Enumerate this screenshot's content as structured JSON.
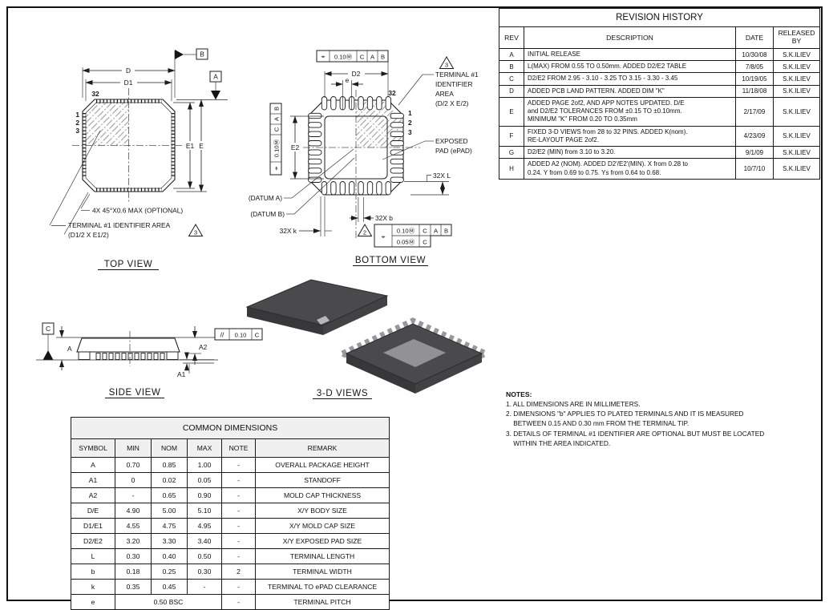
{
  "revision_history": {
    "title": "REVISION HISTORY",
    "headers": {
      "rev": "REV",
      "description": "DESCRIPTION",
      "date": "DATE",
      "released_by": "RELEASED\nBY"
    },
    "rows": [
      {
        "rev": "A",
        "description": "INITIAL RELEASE",
        "date": "10/30/08",
        "released_by": "S.K.ILIEV"
      },
      {
        "rev": "B",
        "description": "L(MAX) FROM 0.55 TO 0.50mm. ADDED D2/E2 TABLE",
        "date": "7/8/05",
        "released_by": "S.K.ILIEV"
      },
      {
        "rev": "C",
        "description": "D2/E2 FROM 2.95 - 3.10 - 3.25 TO 3.15 - 3.30 - 3.45",
        "date": "10/19/05",
        "released_by": "S.K.ILIEV"
      },
      {
        "rev": "D",
        "description": "ADDED PCB LAND PATTERN. ADDED DIM \"K\"",
        "date": "11/18/08",
        "released_by": "S.K.ILIEV"
      },
      {
        "rev": "E",
        "description": "ADDED PAGE 2of2, AND APP NOTES UPDATED. D/E\nand D2/E2 TOLERANCES FROM ±0.15 TO ±0.10mm.\nMINIMUM \"K\" FROM 0.20 TO 0.35mm",
        "date": "2/17/09",
        "released_by": "S.K.ILIEV"
      },
      {
        "rev": "F",
        "description": "FIXED 3-D VIEWS from 28 to 32 PINS. ADDED K(nom).\nRE-LAYOUT PAGE 2of2.",
        "date": "4/23/09",
        "released_by": "S.K.ILIEV"
      },
      {
        "rev": "G",
        "description": "D2/E2 (MIN) from 3.10 to 3.20.",
        "date": "9/1/09",
        "released_by": "S.K.ILIEV"
      },
      {
        "rev": "H",
        "description": "ADDED A2 (NOM). ADDED D2'/E2'(MIN). X from 0.28 to\n0.24. Y from 0.69 to 0.75. Ys from 0.64 to 0.68.",
        "date": "10/7/10",
        "released_by": "S.K.ILIEV"
      }
    ]
  },
  "common_dimensions": {
    "title": "COMMON DIMENSIONS",
    "headers": [
      "SYMBOL",
      "MIN",
      "NOM",
      "MAX",
      "NOTE",
      "REMARK"
    ],
    "rows": [
      {
        "symbol": "A",
        "min": "0.70",
        "nom": "0.85",
        "max": "1.00",
        "note": "-",
        "remark": "OVERALL PACKAGE HEIGHT"
      },
      {
        "symbol": "A1",
        "min": "0",
        "nom": "0.02",
        "max": "0.05",
        "note": "-",
        "remark": "STANDOFF"
      },
      {
        "symbol": "A2",
        "min": "-",
        "nom": "0.65",
        "max": "0.90",
        "note": "-",
        "remark": "MOLD CAP THICKNESS"
      },
      {
        "symbol": "D/E",
        "min": "4.90",
        "nom": "5.00",
        "max": "5.10",
        "note": "-",
        "remark": "X/Y BODY SIZE"
      },
      {
        "symbol": "D1/E1",
        "min": "4.55",
        "nom": "4.75",
        "max": "4.95",
        "note": "-",
        "remark": "X/Y MOLD CAP SIZE"
      },
      {
        "symbol": "D2/E2",
        "min": "3.20",
        "nom": "3.30",
        "max": "3.40",
        "note": "-",
        "remark": "X/Y EXPOSED PAD SIZE"
      },
      {
        "symbol": "L",
        "min": "0.30",
        "nom": "0.40",
        "max": "0.50",
        "note": "-",
        "remark": "TERMINAL LENGTH"
      },
      {
        "symbol": "b",
        "min": "0.18",
        "nom": "0.25",
        "max": "0.30",
        "note": "2",
        "remark": "TERMINAL WIDTH"
      },
      {
        "symbol": "k",
        "min": "0.35",
        "nom": "0.45",
        "max": "-",
        "note": "-",
        "remark": "TERMINAL TO ePAD CLEARANCE"
      },
      {
        "symbol": "e",
        "span": "0.50 BSC",
        "note": "-",
        "remark": "TERMINAL PITCH"
      }
    ]
  },
  "notes": {
    "title": "NOTES:",
    "items": [
      "1. ALL DIMENSIONS ARE IN MILLIMETERS.",
      "2. DIMENSIONS \"b\" APPLIES TO PLATED TERMINALS AND IT IS MEASURED\n    BETWEEN 0.15 AND 0.30 mm FROM THE TERMINAL TIP.",
      "3. DETAILS OF TERMINAL #1 IDENTIFIER ARE OPTIONAL BUT MUST BE LOCATED\n    WITHIN THE AREA INDICATED."
    ]
  },
  "top_view": {
    "title": "TOP VIEW",
    "d": "D",
    "d1": "D1",
    "e1": "E1",
    "e": "E",
    "pin32": "32",
    "pin1": "1",
    "pin2": "2",
    "pin3": "3",
    "datum_a": "A",
    "datum_b": "B",
    "chamfer_note": "4X 45°X0.6 MAX (OPTIONAL)",
    "id_line1": "TERMINAL #1 IDENTIFIER AREA",
    "id_line2": "(D1/2 X E1/2)",
    "flag3": "3"
  },
  "bottom_view": {
    "title": "BOTTOM VIEW",
    "d2": "D2",
    "e_pitch": "e",
    "e2": "E2",
    "pin32": "32",
    "pin1": "1",
    "pin2": "2",
    "pin3": "3",
    "flag3": "3",
    "flag2": "2",
    "id1": "TERMINAL #1",
    "id2": "IDENTIFIER",
    "id3": "AREA",
    "id4": "(D/2 X E/2)",
    "ep1": "EXPOSED",
    "ep2": "PAD (ePAD)",
    "l_label": "32X L",
    "k_label": "32X k",
    "b_label": "32X b",
    "datum_a": "(DATUM A)",
    "datum_b": "(DATUM B)",
    "fcf": {
      "sym": "⌖",
      "tol": "0.10Ⓜ",
      "tol2": "0.05Ⓜ",
      "c": "C",
      "a": "A",
      "b": "B"
    }
  },
  "side_view": {
    "title": "SIDE VIEW",
    "datum_c": "C",
    "a": "A",
    "a1": "A1",
    "a2": "A2",
    "fcf": {
      "sym": "//",
      "tol": "0.10",
      "datum": "C"
    }
  },
  "three_d_view": {
    "title": "3-D VIEWS"
  }
}
